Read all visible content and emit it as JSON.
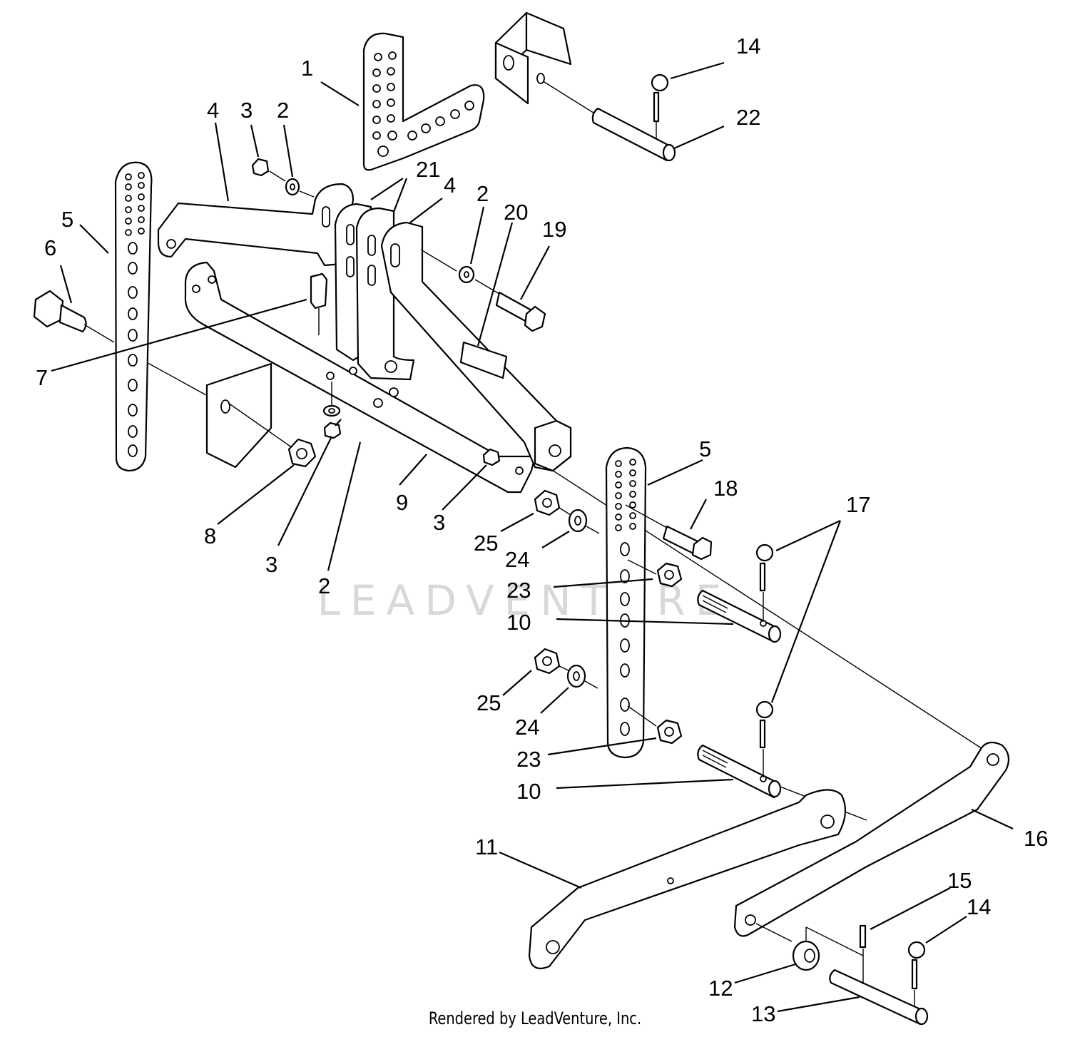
{
  "watermark": "LEADVENTURE",
  "credit": "Rendered by LeadVenture, Inc.",
  "callouts": {
    "c1": "1",
    "c2a": "2",
    "c2b": "2",
    "c2c": "2",
    "c3a": "3",
    "c3b": "3",
    "c3c": "3",
    "c4a": "4",
    "c4b": "4",
    "c5a": "5",
    "c5b": "5",
    "c6": "6",
    "c7": "7",
    "c8": "8",
    "c9": "9",
    "c10a": "10",
    "c10b": "10",
    "c11": "11",
    "c12": "12",
    "c13": "13",
    "c14a": "14",
    "c14b": "14",
    "c15": "15",
    "c16": "16",
    "c17": "17",
    "c18": "18",
    "c19": "19",
    "c20": "20",
    "c21": "21",
    "c22": "22",
    "c23a": "23",
    "c23b": "23",
    "c24a": "24",
    "c24b": "24",
    "c25a": "25",
    "c25b": "25"
  }
}
